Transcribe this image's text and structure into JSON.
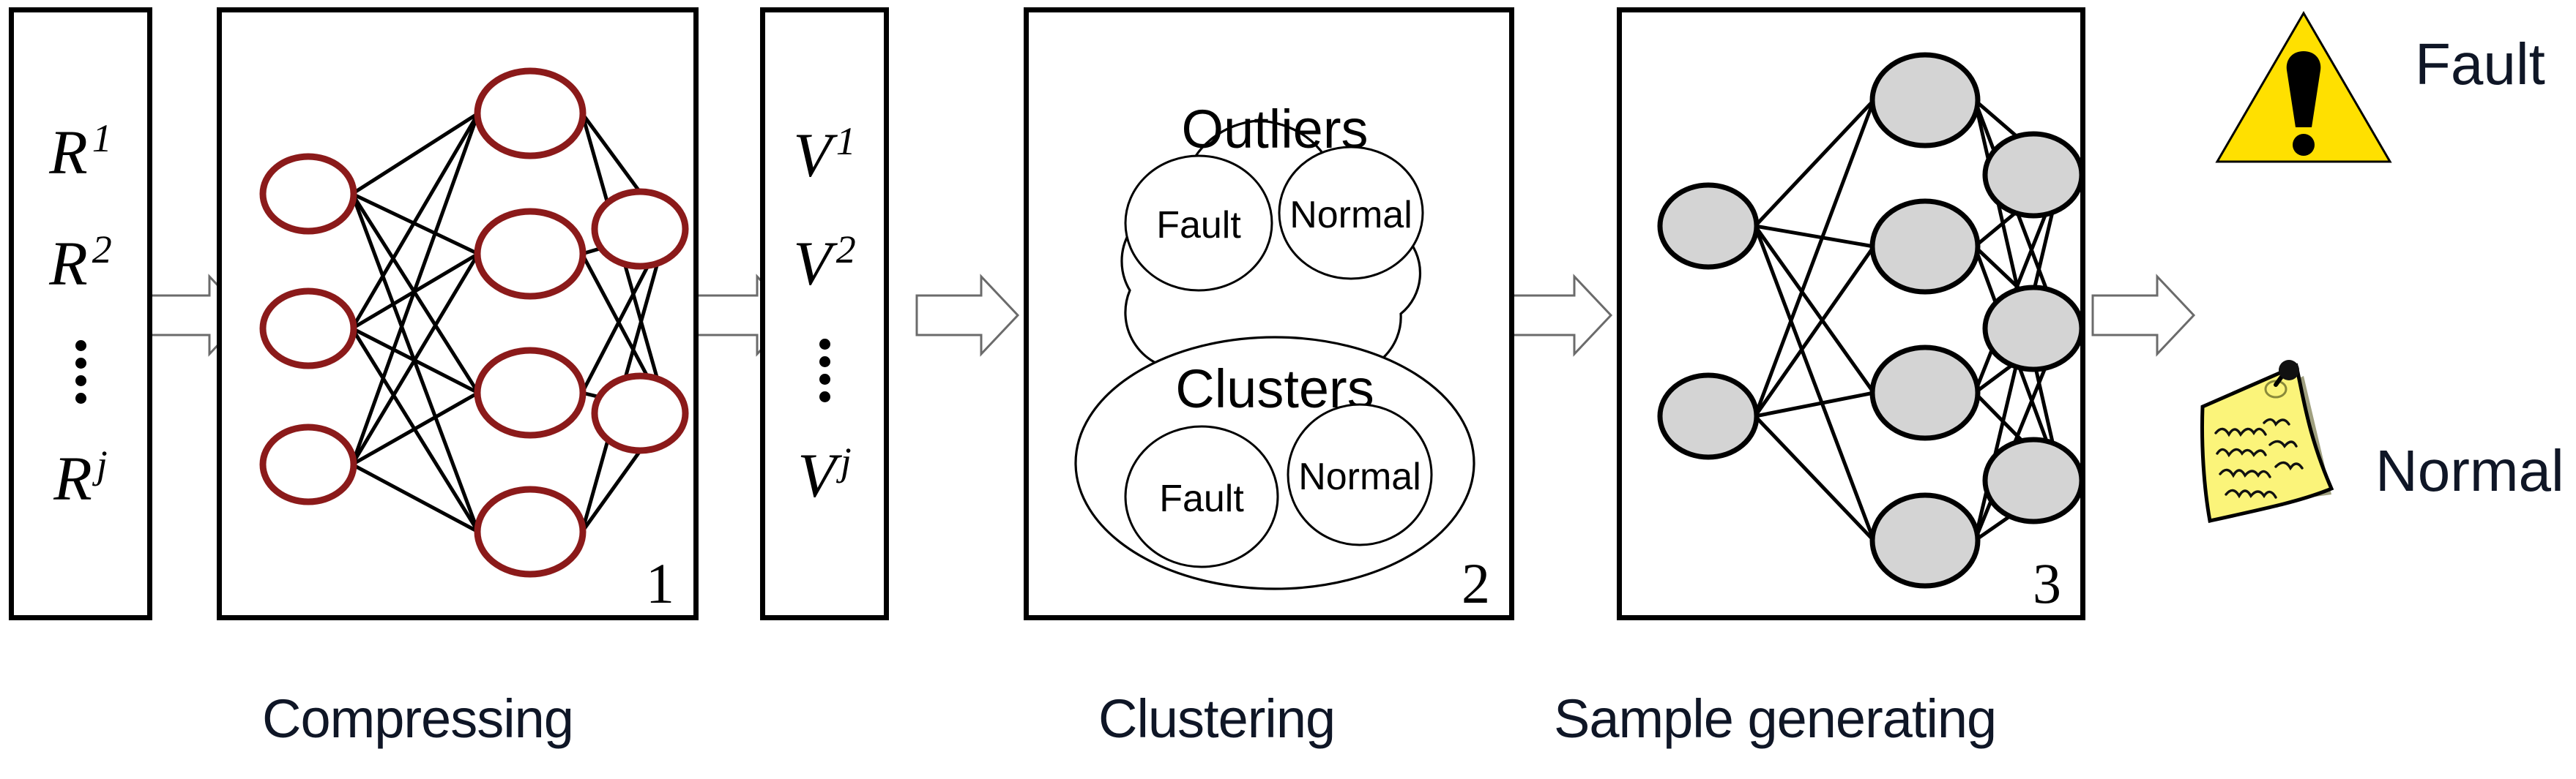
{
  "diagram": {
    "title": "Fault sample generation pipeline",
    "accent_red": "#8B1A1A",
    "node_gray": "#D4D4D4",
    "warning_yellow": "#FFE000",
    "note_yellow": "#FBF47A",
    "caption_color": "#0F1626"
  },
  "input_box": {
    "name": "input-feature-vectors",
    "items": [
      {
        "base": "R",
        "sup": "1"
      },
      {
        "base": "R",
        "sup": "2"
      },
      {
        "base": "",
        "sup": ""
      },
      {
        "base": "R",
        "sup": "j"
      }
    ],
    "dots_count": 4
  },
  "latent_box": {
    "name": "latent-feature-vectors",
    "items": [
      {
        "base": "V",
        "sup": "1"
      },
      {
        "base": "V",
        "sup": "2"
      },
      {
        "base": "",
        "sup": ""
      },
      {
        "base": "V",
        "sup": "j"
      }
    ],
    "dots_count": 4
  },
  "stages": [
    {
      "index": "1",
      "name": "compressing-network",
      "caption": "Compressing",
      "layers": [
        3,
        4,
        2
      ],
      "node_fill": "#FFFFFF",
      "node_stroke": "#8B1A1A"
    },
    {
      "index": "2",
      "name": "clustering-diagram",
      "caption": "Clustering"
    },
    {
      "index": "3",
      "name": "sample-generating-network",
      "caption": "Sample generating",
      "layers": [
        2,
        4,
        3
      ],
      "node_fill": "#D4D4D4",
      "node_stroke": "#000000"
    }
  ],
  "clustering": {
    "cloud": {
      "label": "Outliers",
      "members": [
        "Fault",
        "Normal"
      ]
    },
    "ellipse": {
      "label": "Clusters",
      "members": [
        "Fault",
        "Normal"
      ]
    }
  },
  "outputs": [
    {
      "icon": "warning-triangle-icon",
      "label": "Fault"
    },
    {
      "icon": "sticky-note-icon",
      "label": "Normal"
    }
  ],
  "arrows": [
    {
      "name": "arrow-input-to-compressing"
    },
    {
      "name": "arrow-compressing-to-latent"
    },
    {
      "name": "arrow-latent-to-clustering"
    },
    {
      "name": "arrow-clustering-to-generating"
    },
    {
      "name": "arrow-generating-to-outputs"
    }
  ]
}
